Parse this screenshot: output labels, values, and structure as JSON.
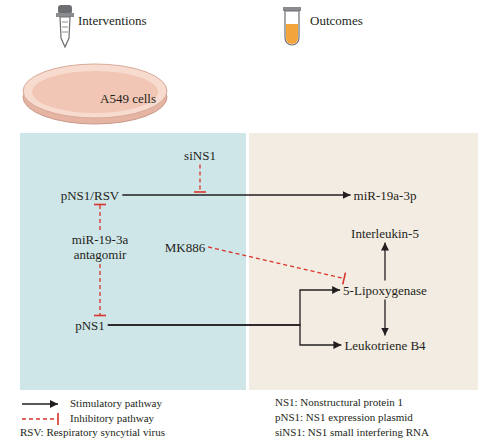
{
  "diagram": {
    "nodes": [
      {
        "text": [
          "A549 cells"
        ]
      },
      {
        "text": [
          "siNS1"
        ]
      },
      {
        "text": [
          "pNS1/RSV"
        ]
      },
      {
        "text": [
          "miR-19a-3p"
        ]
      },
      {
        "text": [
          "Interleukin-5"
        ]
      },
      {
        "text": [
          "miR-19-3a antagomir"
        ]
      },
      {
        "text": [
          "MK886"
        ]
      },
      {
        "text": [
          "5-Lipoxygenase"
        ]
      },
      {
        "text": [
          "pNS1"
        ]
      },
      {
        "text": [
          "Leukotriene B4"
        ]
      }
    ],
    "edges": [
      {
        "from": 2,
        "to": 3,
        "arrow": "to"
      },
      {
        "from": 5,
        "to": 2,
        "arrow": "to"
      },
      {
        "from": 5,
        "to": 8,
        "arrow": "to"
      },
      {
        "from": 6,
        "to": 7,
        "arrow": "to"
      },
      {
        "from": 8,
        "to": 7,
        "arrow": "to"
      },
      {
        "from": 8,
        "to": 9,
        "arrow": "to"
      },
      {
        "from": 7,
        "to": 4,
        "arrow": "to"
      },
      {
        "from": 7,
        "to": 9,
        "arrow": "to"
      }
    ],
    "labels": [
      "Interventions",
      "Outcomes",
      "RSV: Respiratory syncytial virus",
      "NS1: Nonstructural protein 1",
      "pNS1: NS1 expression plasmid",
      "siNS1: NS1 small interfering RNA"
    ],
    "legend": [
      {
        "text": "Stimulatory pathway"
      },
      {
        "text": "Inhibitory pathway"
      }
    ]
  }
}
